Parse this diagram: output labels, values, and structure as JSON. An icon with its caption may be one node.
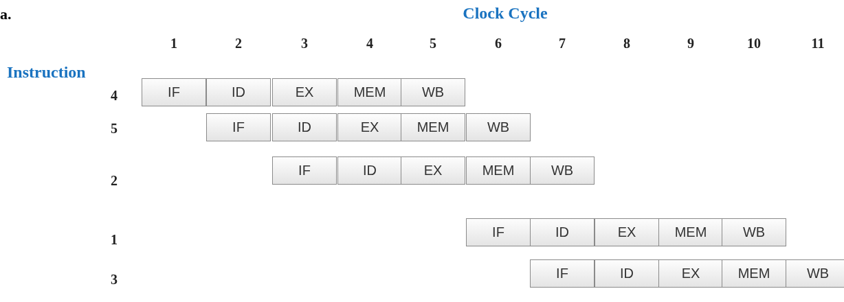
{
  "diagram": {
    "title": "Clock Cycle",
    "nodes": [
      {
        "text": [
          "IF"
        ]
      },
      {
        "text": [
          "ID"
        ]
      },
      {
        "text": [
          "EX"
        ]
      },
      {
        "text": [
          "MEM"
        ]
      },
      {
        "text": [
          "WB"
        ]
      },
      {
        "text": [
          "IF"
        ]
      },
      {
        "text": [
          "ID"
        ]
      },
      {
        "text": [
          "EX"
        ]
      },
      {
        "text": [
          "MEM"
        ]
      },
      {
        "text": [
          "WB"
        ]
      },
      {
        "text": [
          "IF"
        ]
      },
      {
        "text": [
          "ID"
        ]
      },
      {
        "text": [
          "EX"
        ]
      },
      {
        "text": [
          "MEM"
        ]
      },
      {
        "text": [
          "WB"
        ]
      },
      {
        "text": [
          "IF"
        ]
      },
      {
        "text": [
          "ID"
        ]
      },
      {
        "text": [
          "EX"
        ]
      },
      {
        "text": [
          "MEM"
        ]
      },
      {
        "text": [
          "WB"
        ]
      },
      {
        "text": [
          "IF"
        ]
      },
      {
        "text": [
          "ID"
        ]
      },
      {
        "text": [
          "EX"
        ]
      },
      {
        "text": [
          "MEM"
        ]
      },
      {
        "text": [
          "WB"
        ]
      }
    ],
    "edges": [],
    "labels": [
      "a.",
      "1",
      "2",
      "3",
      "4",
      "5",
      "6",
      "7",
      "8",
      "9",
      "10",
      "11",
      "Instruction",
      "4",
      "5",
      "2",
      "1",
      "3"
    ]
  }
}
